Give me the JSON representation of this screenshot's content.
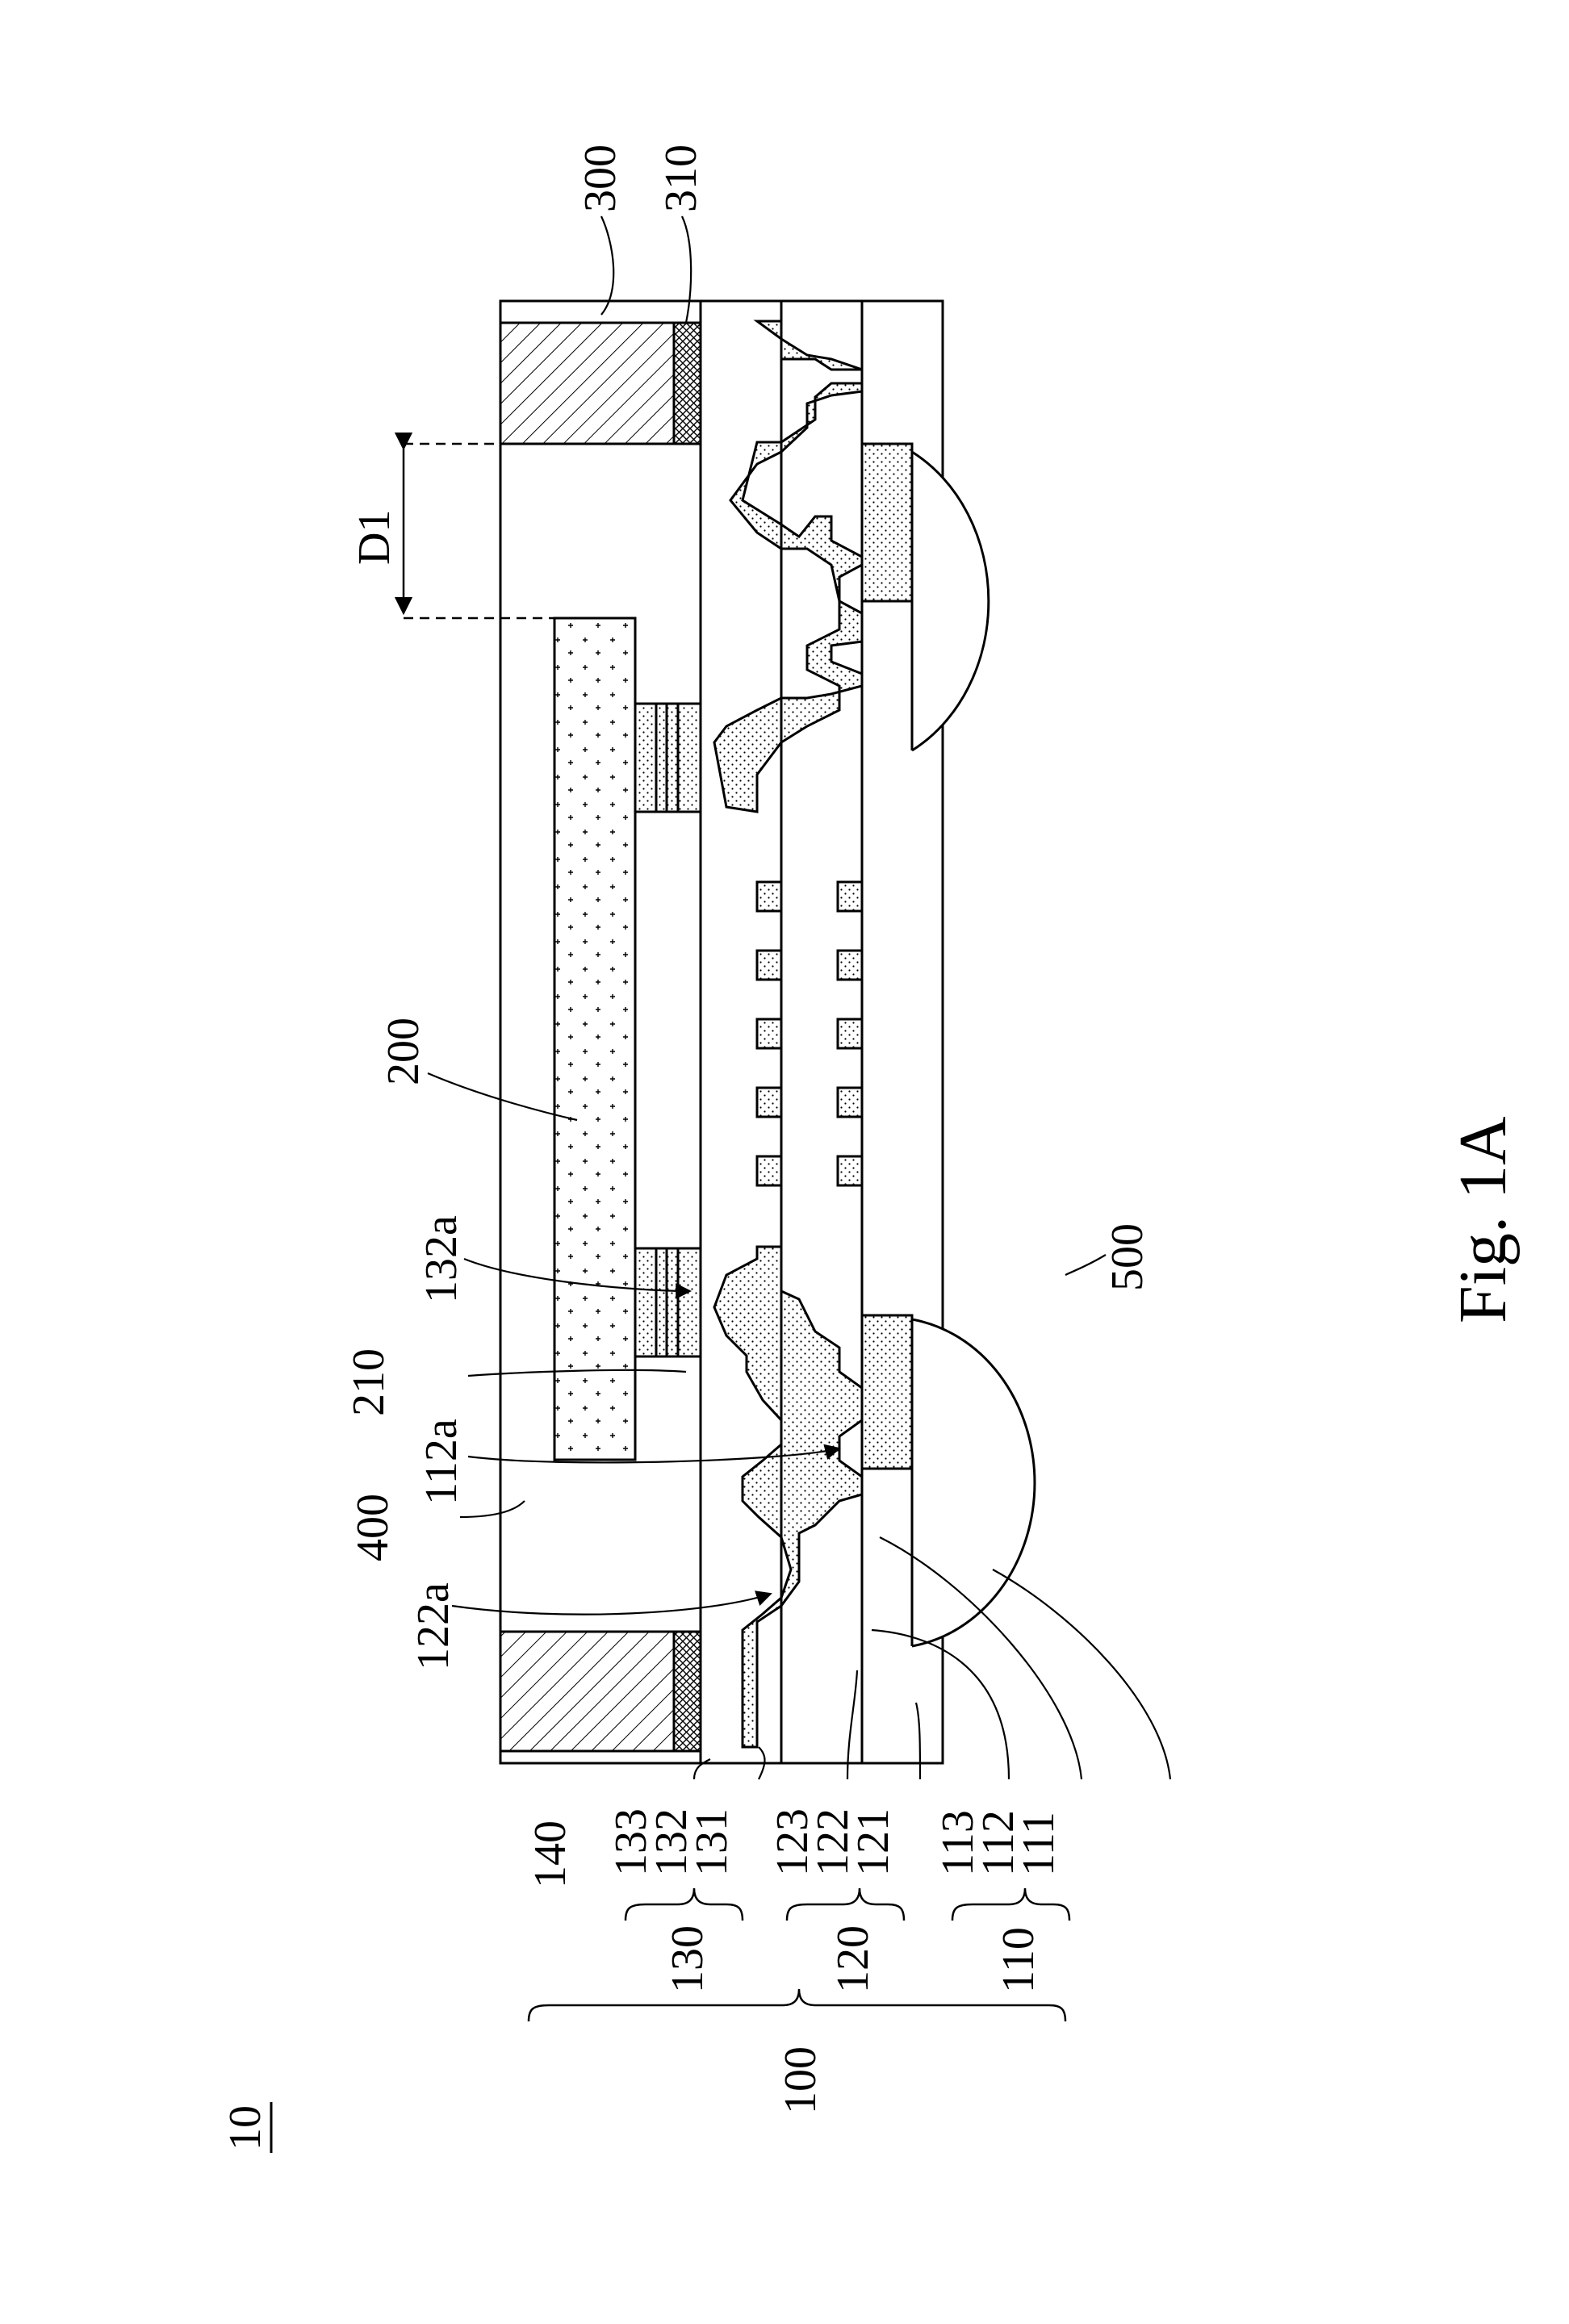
{
  "figure": {
    "caption": "Fig. 1A",
    "device_label": "10"
  },
  "labels": {
    "l300": "300",
    "l310": "310",
    "lD1": "D1",
    "l200": "200",
    "l132a": "132a",
    "l210": "210",
    "l112a": "112a",
    "l400": "400",
    "l122a": "122a",
    "l500": "500",
    "l140": "140",
    "l133": "133",
    "l132": "132",
    "l131": "131",
    "l123": "123",
    "l122": "122",
    "l121": "121",
    "l113": "113",
    "l112": "112",
    "l111": "111",
    "l130": "130",
    "l120": "120",
    "l110": "110",
    "l100": "100"
  },
  "colors": {
    "ink": "#000000",
    "paper": "#ffffff"
  }
}
